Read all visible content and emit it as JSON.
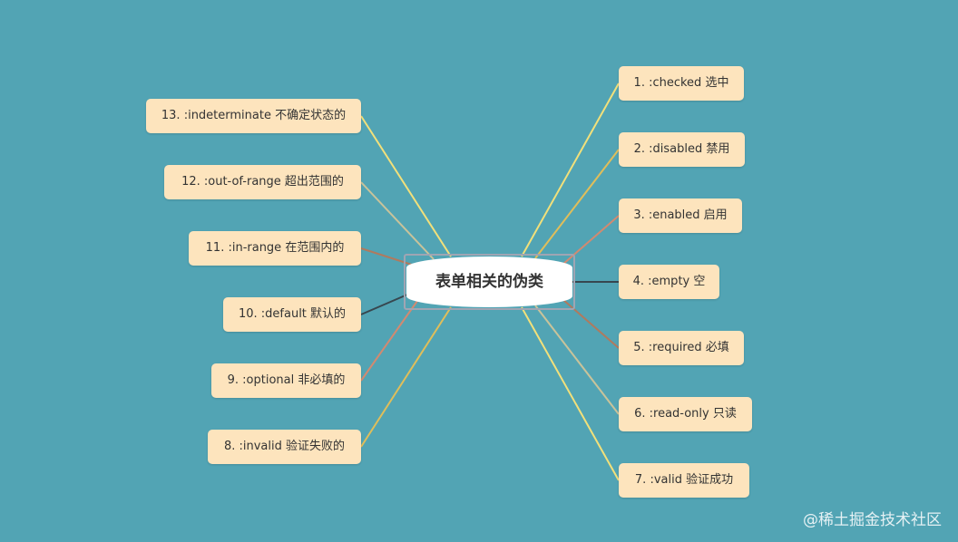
{
  "root": {
    "label": "表单相关的伪类"
  },
  "right_branches": [
    {
      "label": "1. :checked 选中",
      "link_color": "#f2e07a"
    },
    {
      "label": "2. :disabled 禁用",
      "link_color": "#e0be5a"
    },
    {
      "label": "3. :enabled 启用",
      "link_color": "#d28a70"
    },
    {
      "label": "4. :empty 空",
      "link_color": "#37474f"
    },
    {
      "label": "5. :required 必填",
      "link_color": "#b07a5e"
    },
    {
      "label": "6. :read-only 只读",
      "link_color": "#c9c39a"
    },
    {
      "label": "7. :valid 验证成功",
      "link_color": "#f2e07a"
    }
  ],
  "left_branches": [
    {
      "label": "13. :indeterminate 不确定状态的",
      "link_color": "#f2e07a"
    },
    {
      "label": "12. :out-of-range 超出范围的",
      "link_color": "#c9c39a"
    },
    {
      "label": "11. :in-range 在范围内的",
      "link_color": "#b07a5e"
    },
    {
      "label": "10. :default 默认的",
      "link_color": "#37474f"
    },
    {
      "label": "9. :optional 非必填的",
      "link_color": "#d28a70"
    },
    {
      "label": "8. :invalid 验证失败的",
      "link_color": "#e0be5a"
    }
  ],
  "watermark": "@稀土掘金技术社区"
}
